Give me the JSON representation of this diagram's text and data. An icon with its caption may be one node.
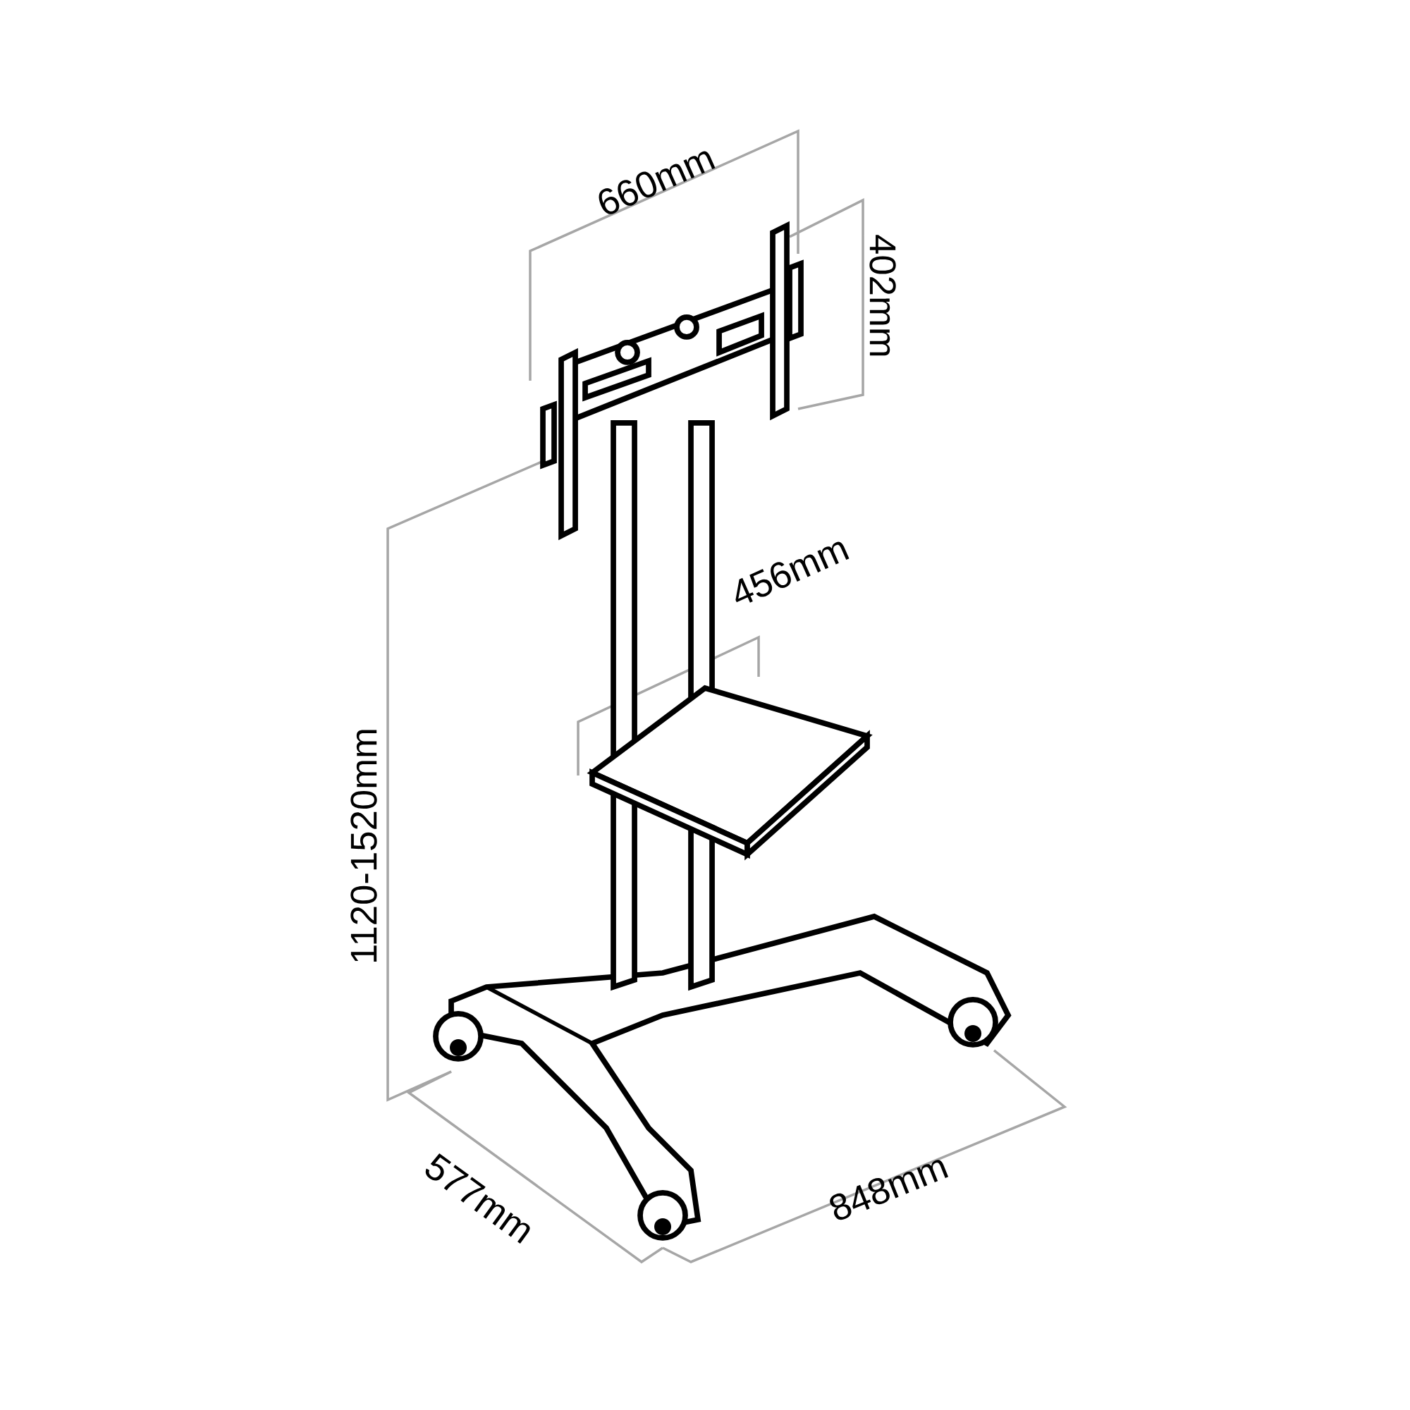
{
  "diagram": {
    "labels": [
      "660mm",
      "402mm",
      "456mm",
      "1120-1520mm",
      "577mm",
      "848mm"
    ]
  }
}
